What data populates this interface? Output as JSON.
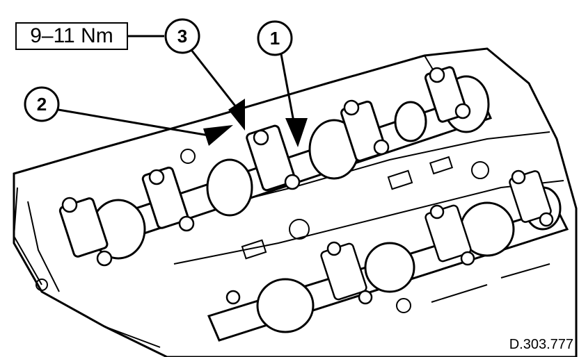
{
  "torque_spec": "9–11 Nm",
  "callouts": [
    {
      "id": "callout-1",
      "label": "1"
    },
    {
      "id": "callout-2",
      "label": "2"
    },
    {
      "id": "callout-3",
      "label": "3"
    }
  ],
  "reference_code": "D.303.777",
  "colors": {
    "ink": "#000000",
    "paper": "#ffffff"
  }
}
